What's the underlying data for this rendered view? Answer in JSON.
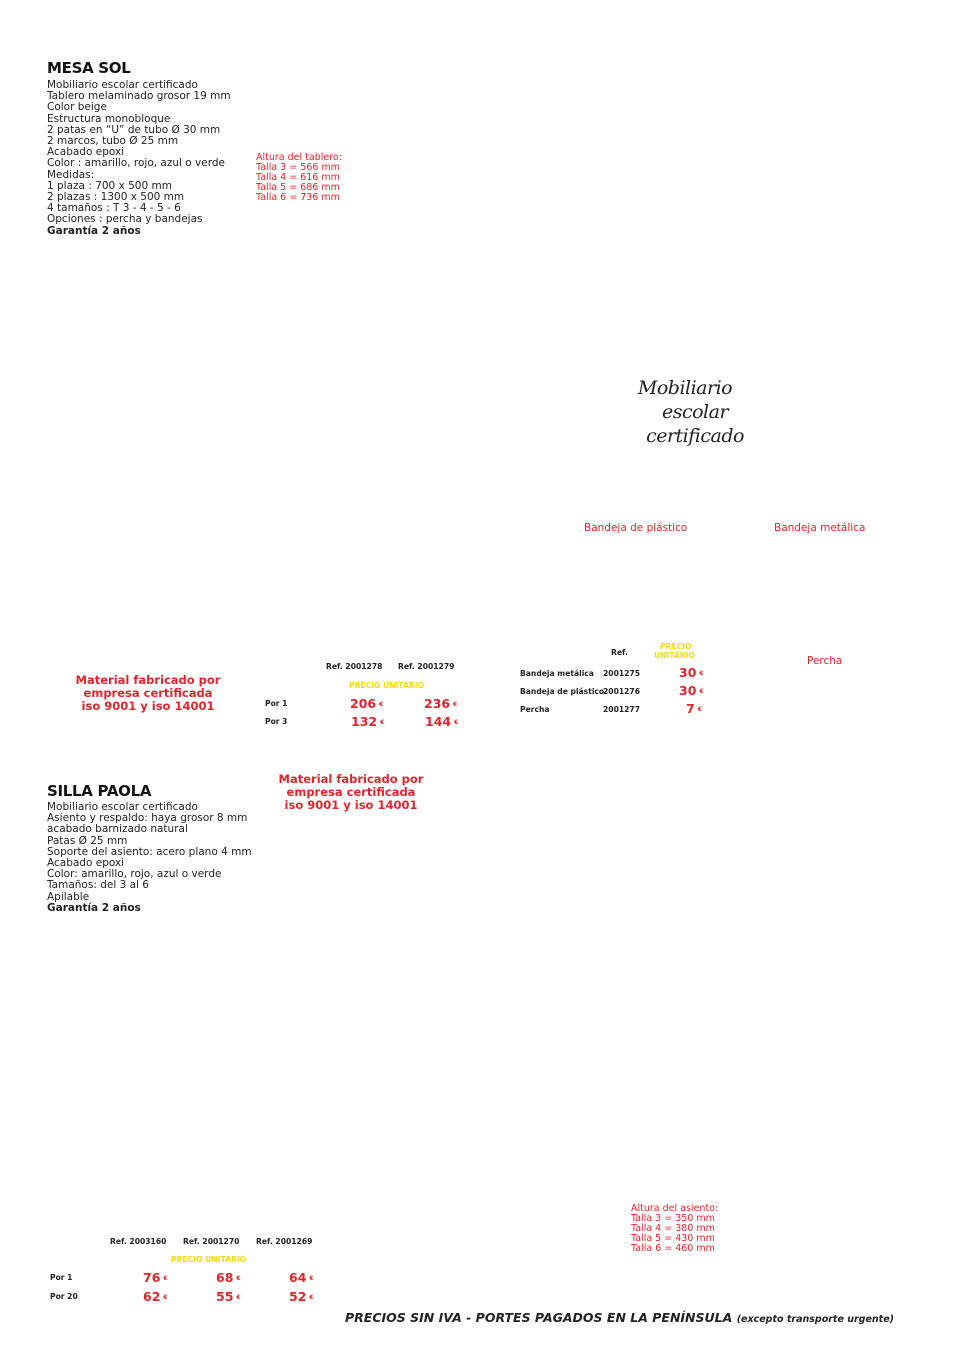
{
  "mesa": {
    "title": "MESA SOL",
    "lines": [
      "Mobiliario escolar certificado",
      "Tablero melaminado grosor 19 mm",
      "Color beige",
      "Estructura monobloque",
      "2 patas en “U” de tubo Ø 30 mm",
      "2 marcos, tubo Ø 25 mm",
      "Acabado epoxi",
      "Color : amarillo, rojo, azul o verde",
      "Medidas:",
      "1 plaza : 700 x 500 mm",
      "2 plazas : 1300 x 500 mm",
      "4 tamaños : T 3 - 4 - 5 - 6",
      "Opciones : percha y bandejas"
    ],
    "warranty": "Garantía 2 años",
    "heights": [
      "Altura del tablero:",
      "Talla 3 = 566 mm",
      "Talla 4 = 616 mm",
      "Talla 5 = 686 mm",
      "Talla 6 = 736 mm"
    ]
  },
  "tagline": [
    "Mobiliario",
    "escolar certificado"
  ],
  "accessory_labels": {
    "bandeja_plastico": "Bandeja de plástico",
    "bandeja_metalica": "Bandeja metálica",
    "percha": "Percha"
  },
  "cert_text": [
    "Material fabricado por",
    "empresa certificada",
    "iso 9001 y iso 14001"
  ],
  "mesa_prices": {
    "refs": [
      "Ref. 2001278",
      "Ref. 2001279"
    ],
    "header": "PRECIO UNITARIO",
    "rows": [
      {
        "label": "Por 1",
        "values": [
          "206",
          "236"
        ]
      },
      {
        "label": "Por 3",
        "values": [
          "132",
          "144"
        ]
      }
    ]
  },
  "accessory_prices": {
    "ref_header": "Ref.",
    "price_header": [
      "PRECIO",
      "UNITARIO"
    ],
    "rows": [
      {
        "name": "Bandeja metálica",
        "ref": "2001275",
        "price": "30"
      },
      {
        "name": "Bandeja de plástico",
        "ref": "2001276",
        "price": "30"
      },
      {
        "name": "Percha",
        "ref": "2001277",
        "price": "7"
      }
    ]
  },
  "silla": {
    "title": "SILLA PAOLA",
    "lines": [
      "Mobiliario escolar certificado",
      "Asiento y respaldo: haya grosor 8 mm",
      "acabado barnizado natural",
      "Patas Ø 25 mm",
      "Soporte del asiento: acero plano 4 mm",
      "Acabado epoxi",
      "Color: amarillo, rojo, azul o verde",
      "Tamaños: del 3 al 6",
      "Apilable"
    ],
    "warranty": "Garantía 2 años",
    "heights": [
      "Altura del asiento:",
      "Talla 3 = 350 mm",
      "Talla 4 = 380 mm",
      "Talla 5 = 430 mm",
      "Talla 6 = 460 mm"
    ]
  },
  "silla_prices": {
    "refs": [
      "Ref. 2003160",
      "Ref. 2001270",
      "Ref. 2001269"
    ],
    "header": "PRECIO UNITARIO",
    "rows": [
      {
        "label": "Por 1",
        "values": [
          "76",
          "68",
          "64"
        ]
      },
      {
        "label": "Por 20",
        "values": [
          "62",
          "55",
          "52"
        ]
      }
    ]
  },
  "currency": "€",
  "footer": {
    "main": "PRECIOS SIN IVA - PORTES PAGADOS EN LA PENÍNSULA",
    "note": "(excepto transporte urgente)"
  }
}
